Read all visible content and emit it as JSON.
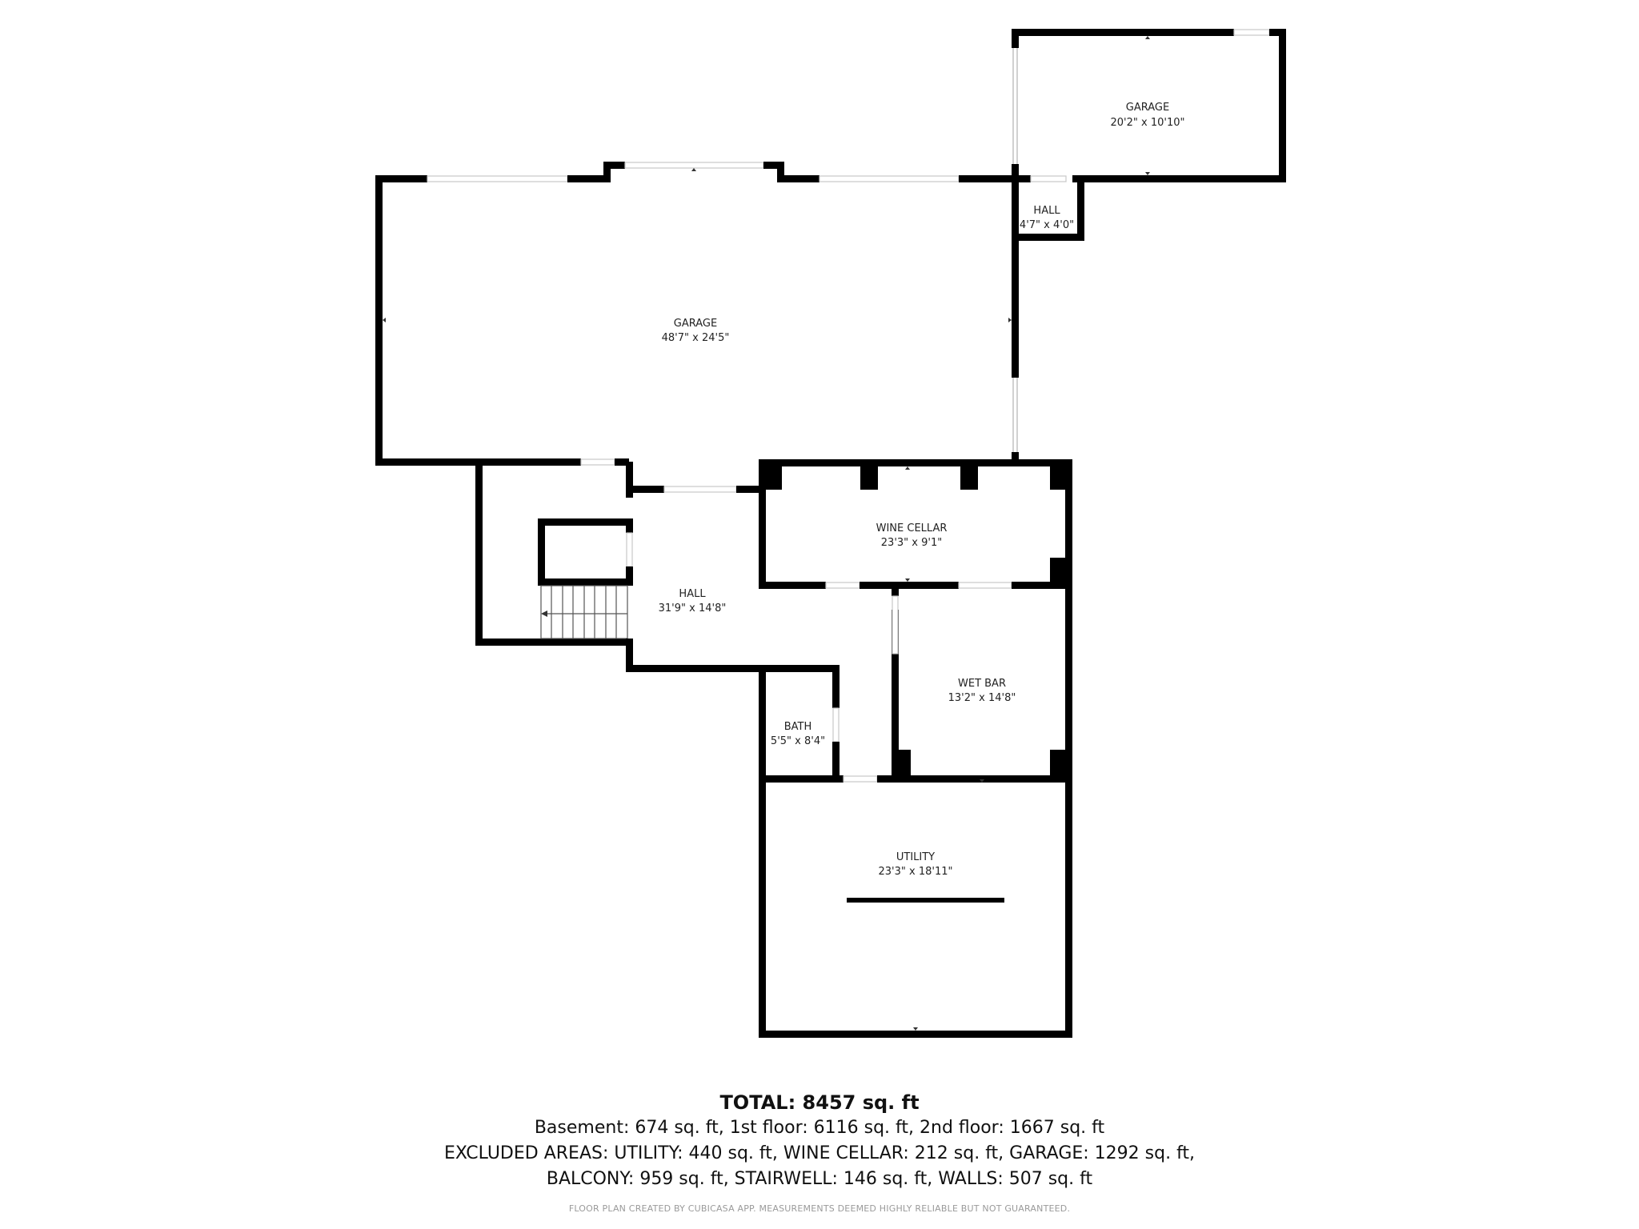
{
  "floor_plan": {
    "rooms": [
      {
        "id": "garage-large",
        "name": "GARAGE",
        "dimensions": "48'7\" x 24'5\""
      },
      {
        "id": "garage-small",
        "name": "GARAGE",
        "dimensions": "20'2\" x 10'10\""
      },
      {
        "id": "hall-small",
        "name": "HALL",
        "dimensions": "4'7\" x 4'0\""
      },
      {
        "id": "hall-main",
        "name": "HALL",
        "dimensions": "31'9\" x 14'8\""
      },
      {
        "id": "wine-cellar",
        "name": "WINE CELLAR",
        "dimensions": "23'3\" x 9'1\""
      },
      {
        "id": "wet-bar",
        "name": "WET BAR",
        "dimensions": "13'2\" x 14'8\""
      },
      {
        "id": "bath",
        "name": "BATH",
        "dimensions": "5'5\" x 8'4\""
      },
      {
        "id": "utility",
        "name": "UTILITY",
        "dimensions": "23'3\" x 18'11\""
      }
    ]
  },
  "summary": {
    "total": "TOTAL: 8457 sq. ft",
    "floors": "Basement: 674 sq. ft, 1st floor: 6116 sq. ft, 2nd floor: 1667 sq. ft",
    "excluded_line1": "EXCLUDED AREAS: UTILITY: 440 sq. ft, WINE CELLAR: 212 sq. ft, GARAGE: 1292 sq. ft,",
    "excluded_line2": "BALCONY: 959 sq. ft, STAIRWELL: 146 sq. ft, WALLS: 507 sq. ft",
    "disclaimer": "FLOOR PLAN CREATED BY CUBICASA APP. MEASUREMENTS DEEMED HIGHLY RELIABLE BUT NOT GUARANTEED."
  }
}
